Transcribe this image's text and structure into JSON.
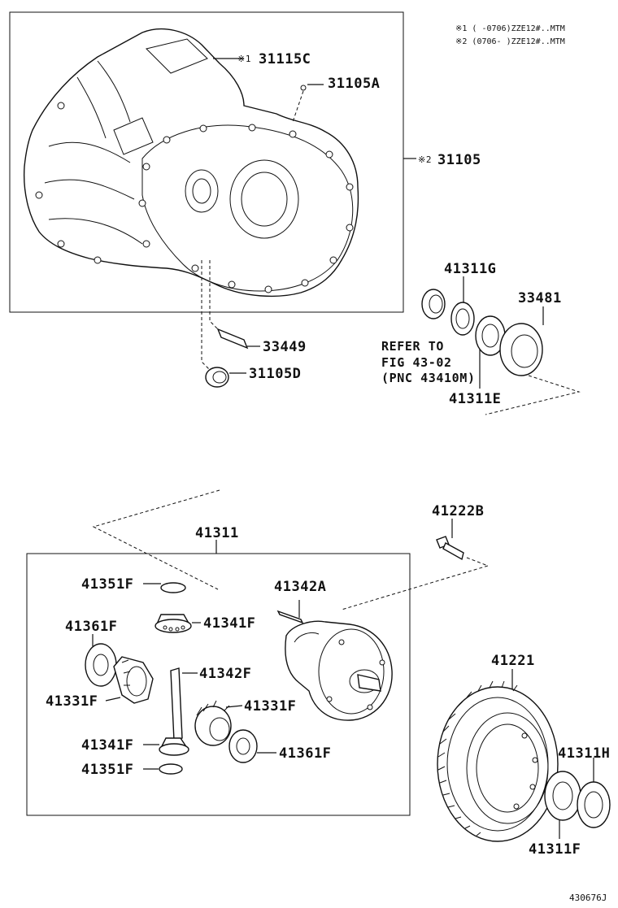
{
  "legend": {
    "line1": "※1 (    -0706)ZZE12#..MTM",
    "line2": "※2 (0706-    )ZZE12#..MTM"
  },
  "labels": {
    "p31115c": "31115C",
    "p31115c_mark": "※1",
    "p31105a": "31105A",
    "p31105": "31105",
    "p31105_mark": "※2",
    "p41311g": "41311G",
    "p33481": "33481",
    "p33449": "33449",
    "p31105d": "31105D",
    "p41311e": "41311E",
    "p41222b": "41222B",
    "p41311": "41311",
    "p41351f_top": "41351F",
    "p41342a": "41342A",
    "p41341f_top": "41341F",
    "p41361f_left": "41361F",
    "p41342f": "41342F",
    "p41331f_left": "41331F",
    "p41331f_right": "41331F",
    "p41341f_bottom": "41341F",
    "p41361f_right": "41361F",
    "p41351f_bottom": "41351F",
    "p41221": "41221",
    "p41311h": "41311H",
    "p41311f": "41311F"
  },
  "refer_note": {
    "line1": "REFER TO",
    "line2": "FIG 43-02",
    "line3": "(PNC 43410M)"
  },
  "catalog_code": "430676J"
}
